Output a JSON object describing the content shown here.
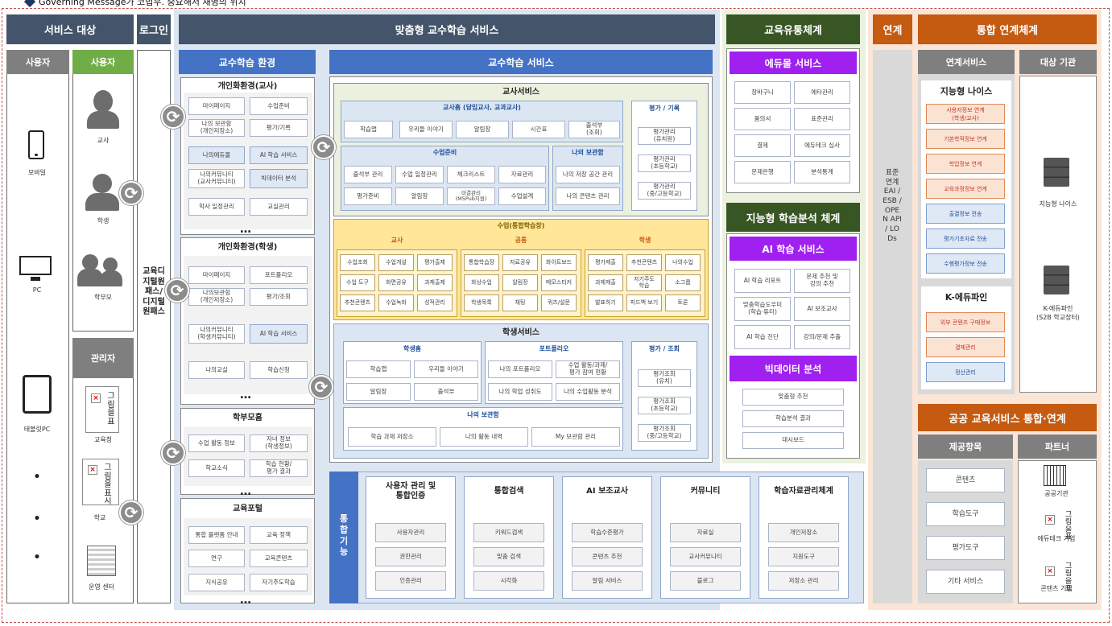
{
  "top_title": "Governing Message가 코법무. 중요해서 재명의 위치",
  "left": {
    "service_target": "서비스 대상",
    "login": "로그인",
    "user_header": "사용자",
    "devices": [
      "모바일",
      "PC",
      "태블릿PC"
    ],
    "user_roles_header": "사용자",
    "roles": [
      "교사",
      "학생",
      "학부모"
    ],
    "admin_header": "관리자",
    "admin_items": [
      "교육청",
      "학교",
      "운영 센터"
    ],
    "broken_image_text": "그림을표시",
    "login_text": "교육디지털원패스/디지털원패스"
  },
  "main": {
    "title": "맞춤형 교수학습 서비스",
    "env_title": "교수학습 환경",
    "env_teacher": {
      "title": "개인화환경(교사)",
      "items": [
        "마이페이지",
        "수업준비",
        "나의 보관함\n(개인저장소)",
        "평가/기록",
        "나의에듀몰",
        "AI 학습 서비스",
        "나의커뮤니티\n(교사커뮤니티)",
        "빅데이터 분석",
        "학사 일정관리",
        "교실관리"
      ]
    },
    "env_student": {
      "title": "개인화환경(학생)",
      "items": [
        "마이페이지",
        "포트폴리오",
        "나의보관함\n(개인저장소)",
        "평가/조회",
        "나의커뮤니티\n(학생커뮤니티)",
        "AI 학습 서비스",
        "나의교실",
        "학습신청"
      ]
    },
    "parent": {
      "title": "학부모홈",
      "items": [
        "수업 활동 정보",
        "자녀 정보\n(학생정보)",
        "학교소식",
        "학습 현황/\n평가 결과"
      ]
    },
    "portal": {
      "title": "교육포털",
      "items": [
        "통합 플랫폼 안내",
        "교육 정책",
        "연구",
        "교육콘텐츠",
        "지식공유",
        "자기주도학습"
      ]
    },
    "more": "…",
    "svc_title": "교수학습 서비스",
    "teacher_svc": {
      "title": "교사서비스",
      "home_title": "교사홈 (담임교사, 교과교사)",
      "home_items": [
        "학습맵",
        "우리들 이야기",
        "알림장",
        "시간표",
        "출석부\n(조회)"
      ],
      "prep_title": "수업준비",
      "prep_items": [
        "출석부 관리",
        "수업 일정관리",
        "체크리스트",
        "자료관리",
        "평가준비",
        "알림장",
        "미결관리\n(M5Pub지원)",
        "수업설계"
      ],
      "box_title": "나의 보관함",
      "box_items": [
        "나의 저장 공간 관리",
        "나의 콘텐츠 관리"
      ],
      "eval_title": "평가 / 기록",
      "eval_items": [
        "평가관리\n(유치원)",
        "평가관리\n(초등학교)",
        "평가관리\n(중/고등학교)"
      ]
    },
    "class_svc": {
      "title": "수업(통합학습장)",
      "teacher_title": "교사",
      "teacher_items": [
        "수업조회",
        "수업개설",
        "평가출제",
        "수업 도구",
        "화면공유",
        "과제출제",
        "추천콘텐츠",
        "수업녹화",
        "성적관리"
      ],
      "common_title": "공통",
      "common_items": [
        "통합학습장",
        "자료공유",
        "화이트보드",
        "화상수업",
        "알림장",
        "메모스티커",
        "학생목록",
        "채팅",
        "퀴즈/설문"
      ],
      "student_title": "학생",
      "student_items": [
        "평가제출",
        "추천콘텐츠",
        "나의수업",
        "과제제출",
        "자기주도\n학습",
        "소그룹",
        "발표하기",
        "피드백 보기",
        "토론"
      ]
    },
    "student_svc": {
      "title": "학생서비스",
      "home_title": "학생홈",
      "home_items": [
        "학습맵",
        "우리들 이야기",
        "알림장",
        "출석부"
      ],
      "pf_title": "포트폴리오",
      "pf_items": [
        "나의 포트폴리오",
        "수업 활동/과제/\n평가 참여 현황",
        "나의 학업 성취도",
        "나의 수업활동 분석"
      ],
      "box_title": "나의 보관함",
      "box_items": [
        "학습 과제 저장소",
        "나의 활동 내역",
        "My 보관함 관리"
      ],
      "eval_title": "평가 / 조회",
      "eval_items": [
        "평가조회\n(유치)",
        "평가조회\n(초등학교)",
        "평가조회\n(중/고등학교)"
      ]
    },
    "integrated": {
      "label": "통합기능",
      "cols": [
        {
          "title": "사용자 관리 및\n통합인증",
          "items": [
            "사용자관리",
            "권한관리",
            "인증관리"
          ]
        },
        {
          "title": "통합검색",
          "items": [
            "키워드검색",
            "맞춤 검색",
            "시각화"
          ]
        },
        {
          "title": "AI 보조교사",
          "items": [
            "학습수준평가",
            "콘텐츠 추천",
            "알림 서비스"
          ]
        },
        {
          "title": "커뮤니티",
          "items": [
            "자료실",
            "교사커뮤니티",
            "블로그"
          ]
        },
        {
          "title": "학습자료관리체계",
          "items": [
            "개인저장소",
            "지원도구",
            "저장소 관리"
          ]
        }
      ]
    }
  },
  "edu": {
    "title": "교육유통체계",
    "mall_title": "에듀몰 서비스",
    "mall_items": [
      "장바구니",
      "에타관리",
      "품의서",
      "표준관리",
      "결제",
      "에듀테크 심사",
      "문제은행",
      "분석통계"
    ],
    "ai_section_title": "지능형 학습분석 체계",
    "ai_title": "AI 학습 서비스",
    "ai_items": [
      "AI 학습 리포트",
      "문제 추천 및\n강의 추천",
      "맞춤학습도우미\n(학습·튜터)",
      "AI 보조교사",
      "AI 학습 진단",
      "강의/문제 추출"
    ],
    "bd_title": "빅데이터 분석",
    "bd_items": [
      "맞춤형 추천",
      "학습분석 결과",
      "대시보드"
    ]
  },
  "link": {
    "title": "연계",
    "vertical": "표준연계 EAI / ESB / OPEN API / LODs",
    "int_title": "통합 연계체계",
    "svc_header": "연계서비스",
    "target_header": "대상 기관",
    "neis_title": "지능형 나이스",
    "neis_items": [
      "사용자정보 연계\n(학생/교사)",
      "기본학적정보 연계",
      "학업정보 연계",
      "교육과정정보 연계",
      "출결정보 전송",
      "평가기초자료 전송",
      "수행평가정보 전송"
    ],
    "kedu_title": "K-에듀파인",
    "kedu_items": [
      "외부 콘텐츠 구매정보",
      "결제관리",
      "정산관리"
    ],
    "neis_server": "지능형 나이스",
    "kedu_server": "K-에듀파인\n(S2B 학교장터)",
    "pub_title": "공공 교육서비스 통합·연계",
    "prov_header": "제공항목",
    "partner_header": "파트너",
    "prov_items": [
      "콘텐츠",
      "학습도구",
      "평가도구",
      "기타 서비스"
    ],
    "partners": [
      "공공기관",
      "에듀테크 기업",
      "콘텐츠 기업"
    ]
  }
}
